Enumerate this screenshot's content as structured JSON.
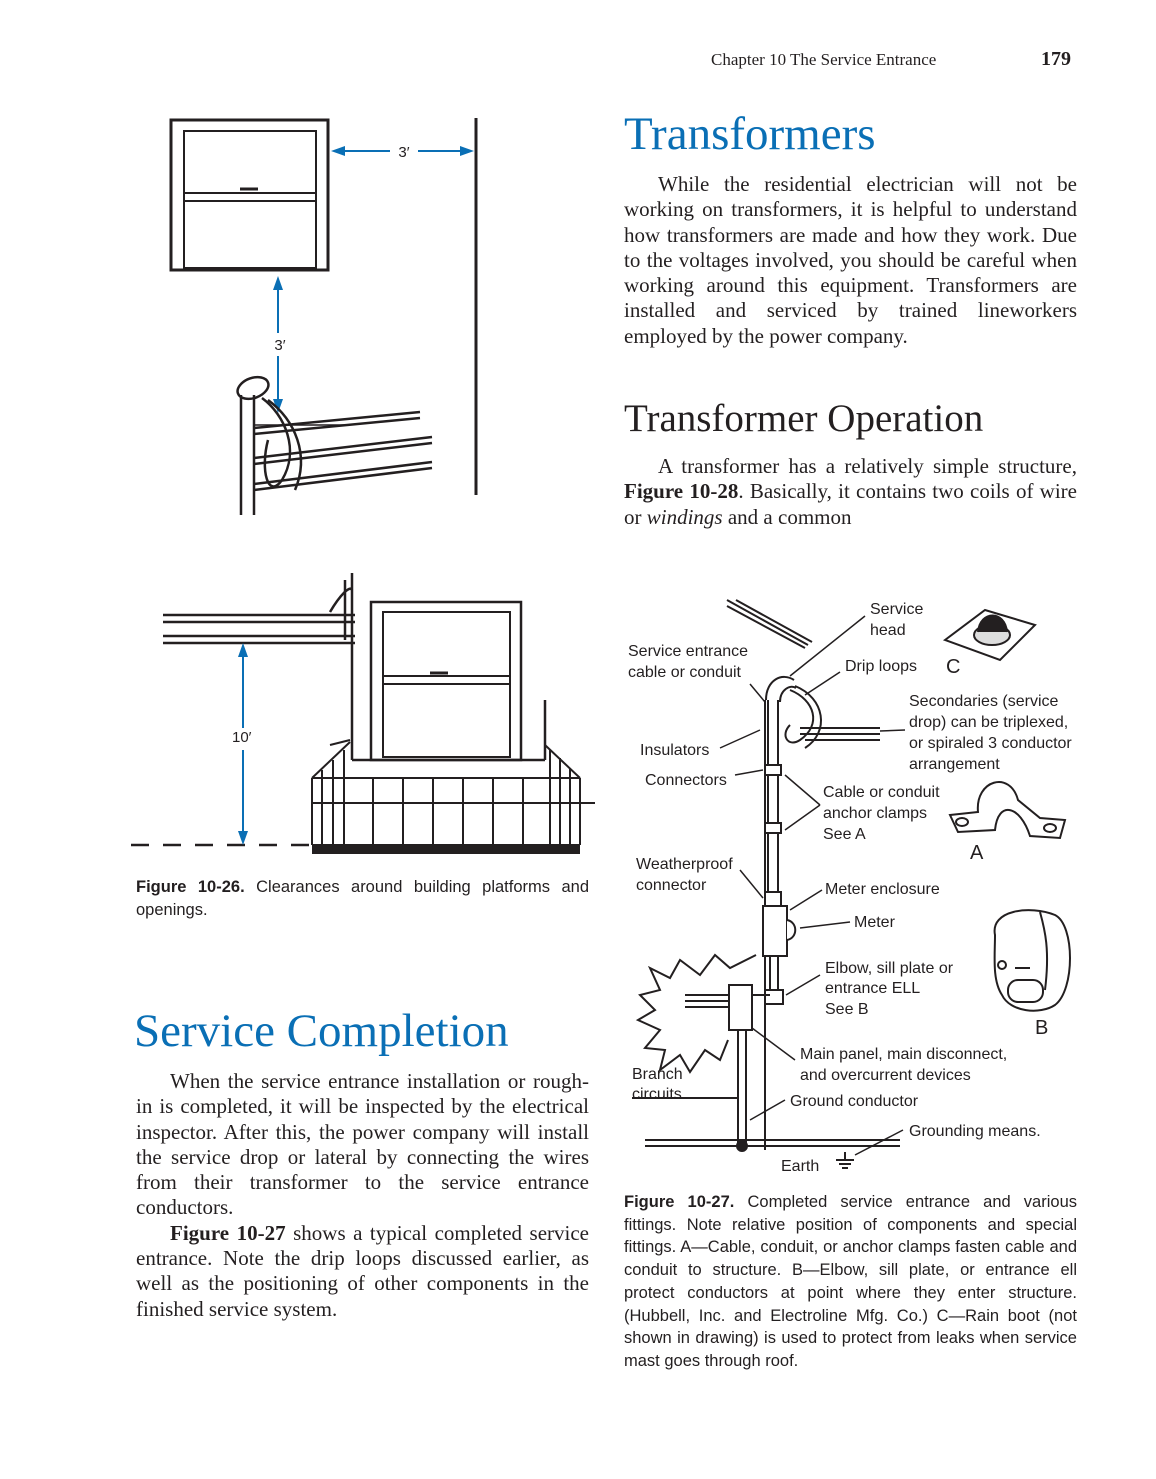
{
  "header": {
    "running_head": "Chapter 10   The Service Entrance",
    "page_number": "179"
  },
  "fig_10_26": {
    "label": "Figure 10-26.",
    "caption": "Clearances around building platforms and openings.",
    "dim_top_horizontal": "3′",
    "dim_top_vertical": "3′",
    "dim_bottom_vertical": "10′"
  },
  "transformers": {
    "heading": "Transformers",
    "paragraph": "While the residential electrician will not be working on transformers, it is helpful to understand how transformers are made and how they work. Due to the voltages involved, you should be careful when working around this equipment. Transformers are installed and serviced by trained lineworkers employed by the power company."
  },
  "transformer_operation": {
    "heading": "Transformer Operation",
    "text_before": "A transformer has a relatively simple structure, ",
    "figure_ref": "Figure 10-28",
    "text_middle": ". Basically, it contains two coils of wire or ",
    "emphasis": "windings",
    "text_after": " and a common"
  },
  "service_completion": {
    "heading": "Service Completion",
    "paragraph_1": "When the service entrance installation or rough-in is completed, it will be inspected by the electrical inspector. After this, the power company will install the service drop or lateral by connecting the wires from their transformer to the service entrance conductors.",
    "p2_figure_ref": "Figure 10-27",
    "paragraph_2": " shows a typical completed service entrance. Note the drip loops discussed earlier, as well as the positioning of other components in the finished service system."
  },
  "fig_10_27": {
    "label": "Figure 10-27.",
    "caption": "Completed service entrance and various fittings. Note relative position of components and special fittings. A—Cable, conduit, or anchor clamps fasten cable and conduit to structure. B—Elbow, sill plate, or entrance ell protect conductors at point where they enter structure. (Hubbell, Inc. and Electroline Mfg. Co.) C—Rain boot (not shown in drawing) is used to protect from leaks when service mast goes through roof.",
    "callouts": {
      "service_head_1": "Service",
      "service_head_2": "head",
      "se_cable_1": "Service entrance",
      "se_cable_2": "cable or conduit",
      "drip_loops": "Drip loops",
      "c_letter": "C",
      "secondaries_1": "Secondaries (service",
      "secondaries_2": "drop) can be triplexed,",
      "secondaries_3": "or spiraled 3 conductor",
      "secondaries_4": "arrangement",
      "insulators": "Insulators",
      "connectors": "Connectors",
      "clamps_1": "Cable or conduit",
      "clamps_2": "anchor clamps",
      "clamps_3": "See A",
      "a_letter": "A",
      "weatherproof_1": "Weatherproof",
      "weatherproof_2": "connector",
      "meter_enclosure": "Meter enclosure",
      "meter": "Meter",
      "elbow_1": "Elbow, sill plate or",
      "elbow_2": "entrance ELL",
      "elbow_3": "See B",
      "b_letter": "B",
      "main_panel_1": "Main panel, main disconnect,",
      "main_panel_2": "and overcurrent devices",
      "branch_1": "Branch",
      "branch_2": "circuits",
      "ground_conductor": "Ground conductor",
      "grounding_means": "Grounding means.",
      "earth": "Earth"
    }
  }
}
